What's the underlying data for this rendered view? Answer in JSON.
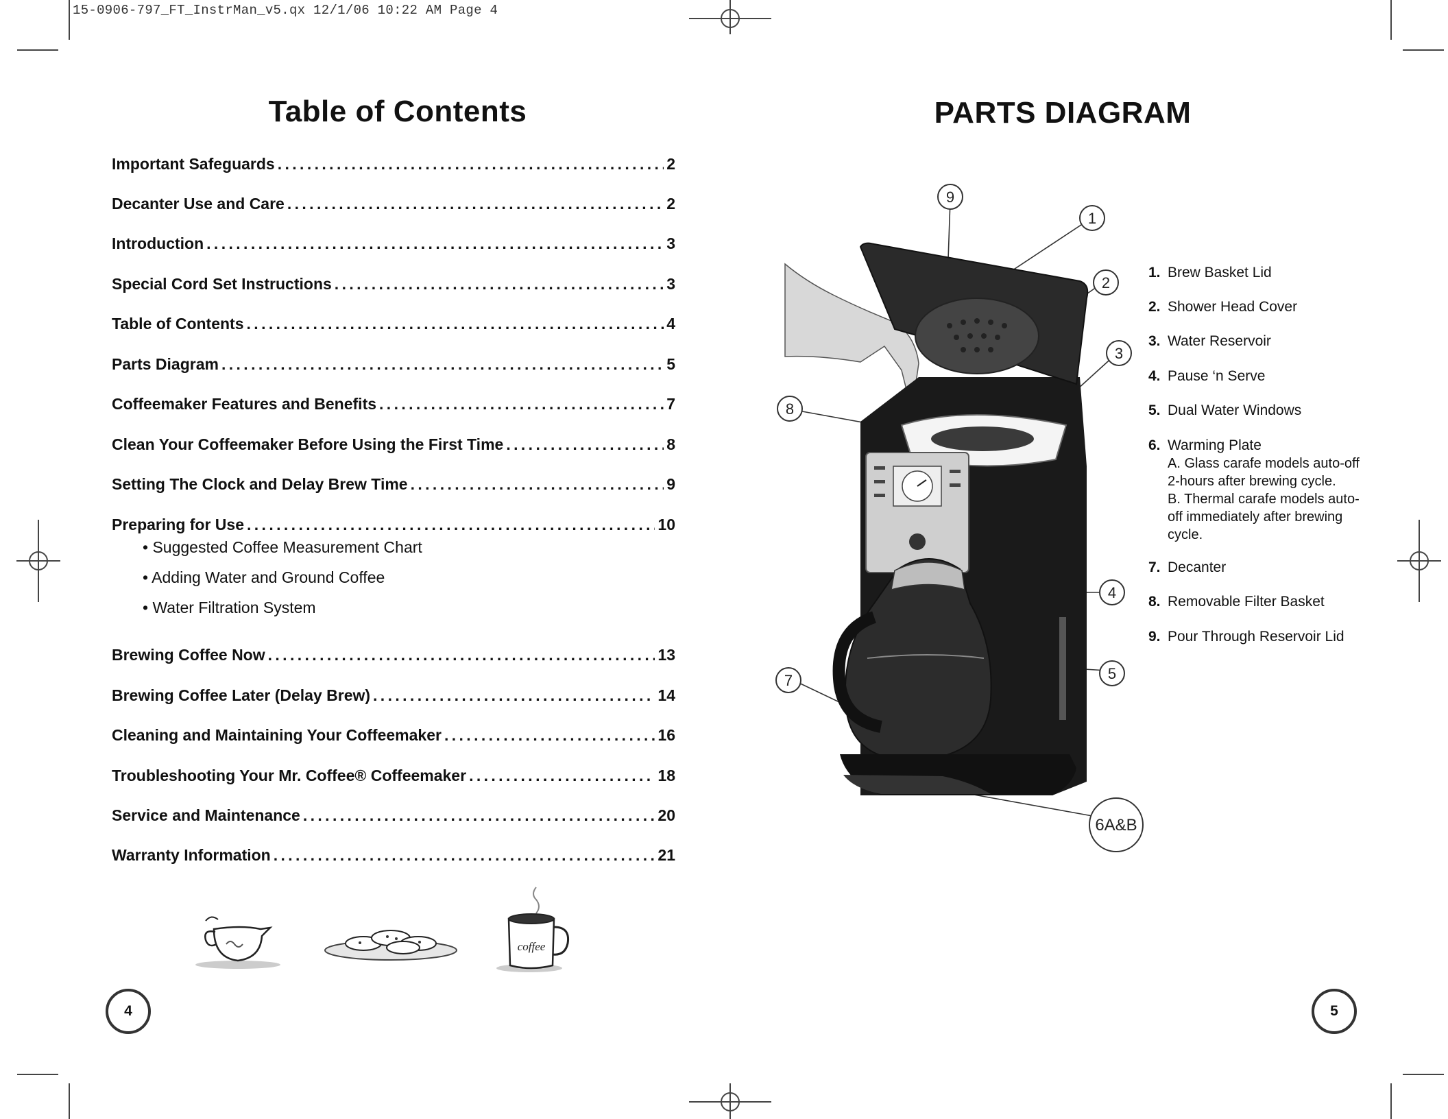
{
  "slug": "15-0906-797_FT_InstrMan_v5.qx  12/1/06  10:22 AM  Page 4",
  "toc": {
    "title": "Table of Contents",
    "entries": [
      {
        "label": "Important Safeguards",
        "page": "2"
      },
      {
        "label": "Decanter Use and Care",
        "page": "2"
      },
      {
        "label": "Introduction",
        "page": "3"
      },
      {
        "label": "Special Cord Set Instructions",
        "page": "3"
      },
      {
        "label": "Table of Contents",
        "page": "4"
      },
      {
        "label": "Parts Diagram",
        "page": "5"
      },
      {
        "label": "Coffeemaker Features and Benefits",
        "page": "7"
      },
      {
        "label": "Clean Your Coffeemaker Before Using the First Time",
        "page": "8"
      },
      {
        "label": "Setting The Clock and Delay Brew Time",
        "page": "9"
      },
      {
        "label": "Preparing for Use",
        "page": "10"
      },
      {
        "label": "Brewing Coffee Now",
        "page": "13"
      },
      {
        "label": "Brewing Coffee Later (Delay Brew)",
        "page": "14"
      },
      {
        "label": "Cleaning and Maintaining Your Coffeemaker",
        "page": "16"
      },
      {
        "label": "Troubleshooting Your Mr. Coffee® Coffeemaker",
        "page": "18"
      },
      {
        "label": "Service and Maintenance",
        "page": "20"
      },
      {
        "label": "Warranty Information",
        "page": "21"
      }
    ],
    "subitems": [
      "• Suggested Coffee Measurement Chart",
      "• Adding Water and Ground Coffee",
      "• Water Filtration System"
    ]
  },
  "mug_text": "coffee",
  "parts": {
    "title": "PARTS DIAGRAM",
    "items": [
      {
        "num": "1.",
        "label": "Brew Basket Lid"
      },
      {
        "num": "2.",
        "label": "Shower Head Cover"
      },
      {
        "num": "3.",
        "label": "Water Reservoir"
      },
      {
        "num": "4.",
        "label": "Pause ‘n Serve"
      },
      {
        "num": "5.",
        "label": "Dual Water Windows"
      },
      {
        "num": "6.",
        "label": "Warming Plate"
      },
      {
        "num": "7.",
        "label": "Decanter"
      },
      {
        "num": "8.",
        "label": "Removable Filter Basket"
      },
      {
        "num": "9.",
        "label": "Pour Through Reservoir Lid"
      }
    ],
    "warming_sub": [
      "A. Glass carafe models auto-off",
      "2-hours after brewing cycle.",
      "B. Thermal carafe models auto-",
      "off immediately after brewing",
      "cycle."
    ],
    "callouts": [
      "1",
      "2",
      "3",
      "4",
      "5",
      "6A&B",
      "7",
      "8",
      "9"
    ]
  },
  "page_numbers": {
    "left": "4",
    "right": "5"
  }
}
